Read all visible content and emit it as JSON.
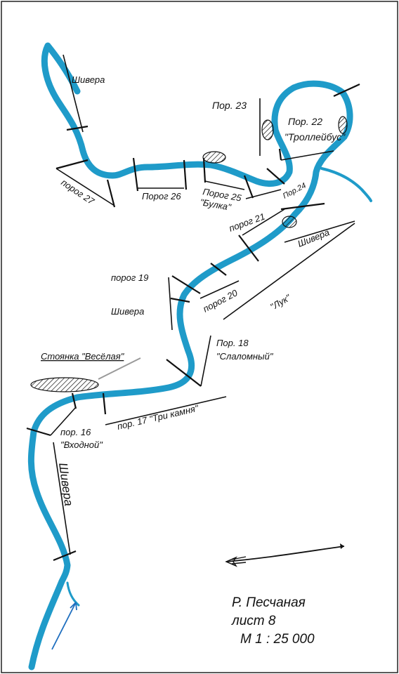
{
  "labels": {
    "shivera_top": "Шивера",
    "por_23": "Пор. 23",
    "por_22": "Пор. 22",
    "trolleybus": "\"Троллейбус\"",
    "porog_27": "порог 27",
    "porog_26": "Порог 26",
    "porog_25": "Порог 25",
    "bulka": "\"Булка\"",
    "por_24": "Пор.24",
    "porog_21": "порог 21",
    "shivera_mid": "Шивера",
    "porog_19": "порог 19",
    "porog_20": "порог 20",
    "luk": "\"Лук\"",
    "shivera_left": "Шивера",
    "por_18": "Пор. 18",
    "slalomny": "\"Слаломный\"",
    "stoyanka": "Стоянка \"Весёлая\"",
    "por_16": "пор. 16",
    "vhodnoy": "\"Входной\"",
    "por_17": "пор. 17 \"Три камня\"",
    "shivera_bottom": "Шивера"
  },
  "legend": {
    "river_name": "Р. Песчаная",
    "sheet": "лист 8",
    "scale": "М  1 :  25 000"
  },
  "colors": {
    "river": "#1f9bc9",
    "ink": "#111111"
  },
  "icons": {
    "north_arrow": "arrow-icon"
  }
}
